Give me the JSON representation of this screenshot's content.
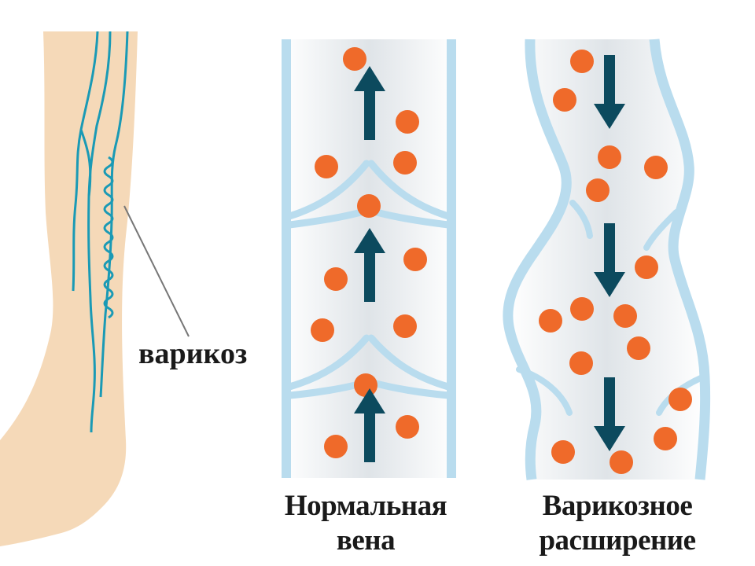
{
  "leg": {
    "label": "варикоз"
  },
  "normal_vein": {
    "caption_line1": "Нормальная",
    "caption_line2": "вена"
  },
  "varicose_vein": {
    "caption_line1": "Варикозное",
    "caption_line2": "расширение"
  },
  "colors": {
    "skin": "#f5d9b8",
    "vein_line": "#1a9ab5",
    "vessel_wall": "#b9dcee",
    "vessel_interior": "#e8ecef",
    "blood_cell": "#ef6a2a",
    "arrow": "#0c4a5e"
  },
  "icons": [
    "arrow-up-icon",
    "arrow-down-icon",
    "blood-cell-icon"
  ]
}
